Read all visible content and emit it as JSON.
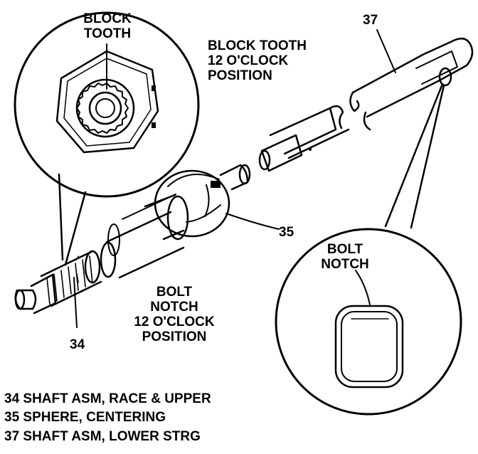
{
  "callouts": {
    "block_tooth_inset": [
      "BLOCK",
      "TOOTH"
    ],
    "block_tooth_position": [
      "BLOCK TOOTH",
      "12 O'CLOCK",
      "POSITION"
    ],
    "bolt_notch_inset": [
      "BOLT",
      "NOTCH"
    ],
    "bolt_notch_position": [
      "BOLT",
      "NOTCH",
      "12 O'CLOCK",
      "POSITION"
    ],
    "part_37": "37",
    "part_35": "35",
    "part_34": "34"
  },
  "legend": [
    "34 SHAFT ASM, RACE & UPPER",
    "35 SPHERE, CENTERING",
    "37 SHAFT ASM, LOWER STRG"
  ]
}
